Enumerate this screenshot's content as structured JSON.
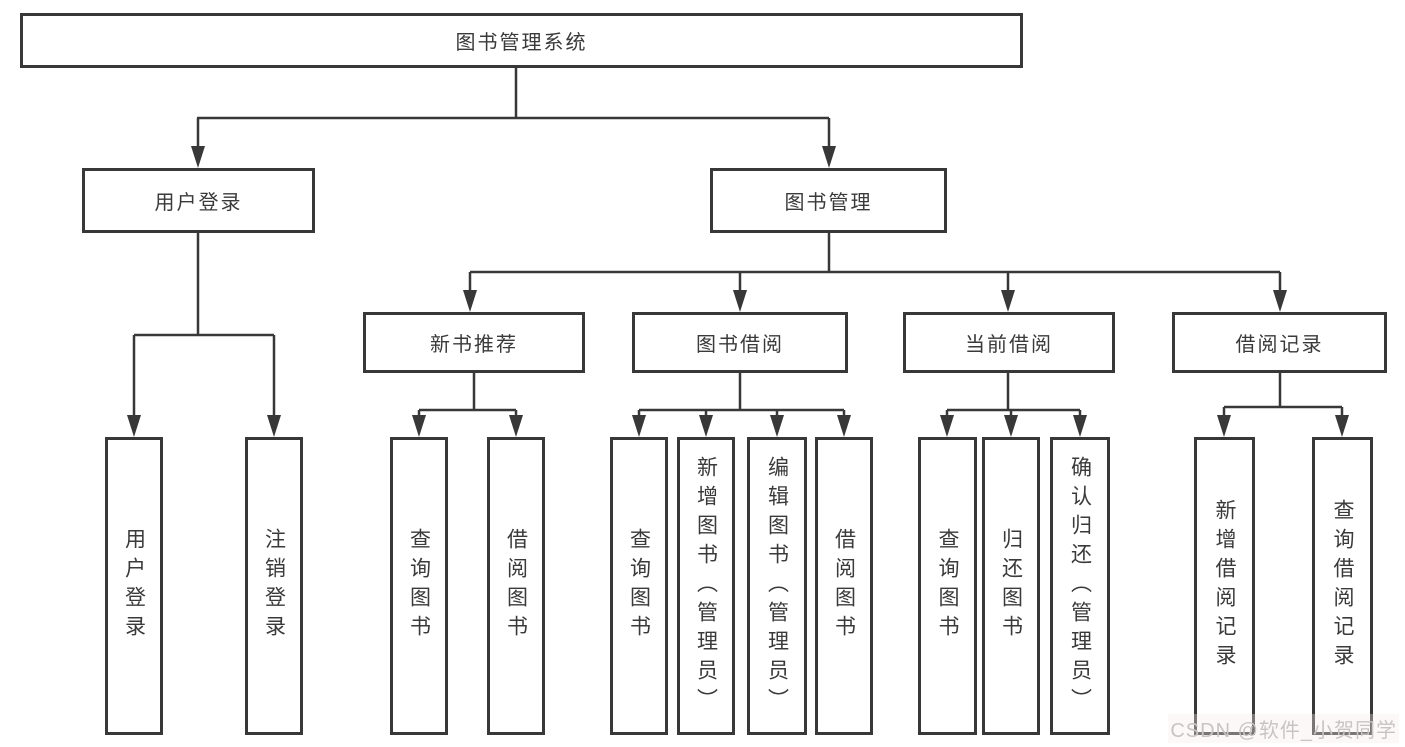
{
  "diagram_title": "图书管理系统",
  "tree": {
    "root": {
      "label": "图书管理系统",
      "children": [
        {
          "label": "用户登录",
          "children": [
            {
              "label": "用户登录"
            },
            {
              "label": "注销登录"
            }
          ]
        },
        {
          "label": "图书管理",
          "children": [
            {
              "label": "新书推荐",
              "children": [
                {
                  "label": "查询图书"
                },
                {
                  "label": "借阅图书"
                }
              ]
            },
            {
              "label": "图书借阅",
              "children": [
                {
                  "label": "查询图书"
                },
                {
                  "label": "新增图书（管理员）"
                },
                {
                  "label": "编辑图书（管理员）"
                },
                {
                  "label": "借阅图书"
                }
              ]
            },
            {
              "label": "当前借阅",
              "children": [
                {
                  "label": "查询图书"
                },
                {
                  "label": "归还图书"
                },
                {
                  "label": "确认归还（管理员）"
                }
              ]
            },
            {
              "label": "借阅记录",
              "children": [
                {
                  "label": "新增借阅记录"
                },
                {
                  "label": "查询借阅记录"
                }
              ]
            }
          ]
        }
      ]
    }
  },
  "watermark": {
    "text": "CSDN @软件_小贺同学"
  },
  "colors": {
    "line": "#383838",
    "text": "#3a3a3a",
    "watermark": "#c9c4c4",
    "background": "#ffffff"
  }
}
